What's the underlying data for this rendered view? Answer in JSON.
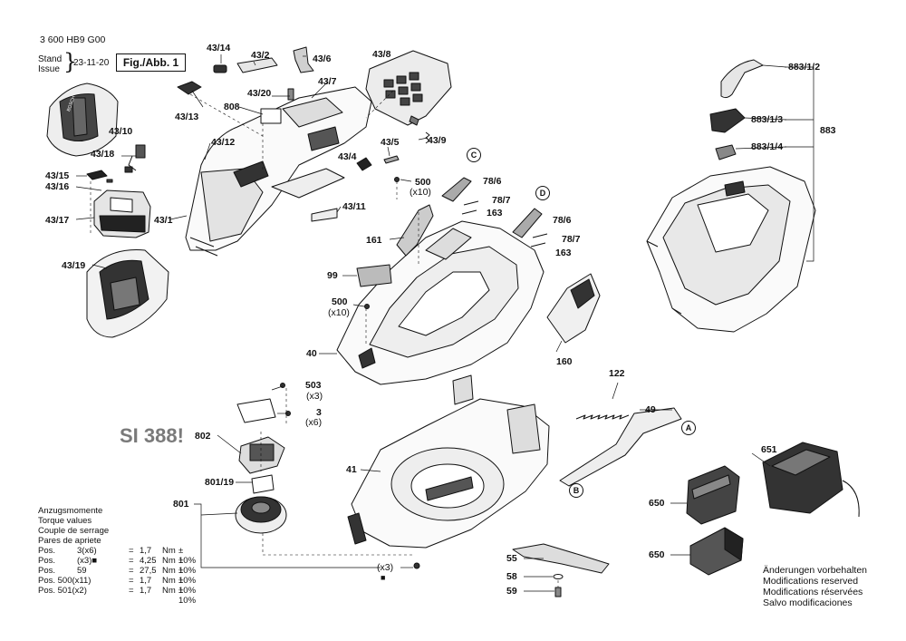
{
  "header": {
    "document_number": "3 600 HB9 G00",
    "stand_issue": [
      "Stand",
      "Issue"
    ],
    "date": "23-11-20",
    "figure": "Fig./Abb. 1"
  },
  "notice": "SI 388!",
  "callouts": [
    "C",
    "D",
    "A",
    "B"
  ],
  "part_labels": {
    "p43_14": "43/14",
    "p43_2": "43/2",
    "p43_6": "43/6",
    "p43_8": "43/8",
    "p43_7": "43/7",
    "p43_20": "43/20",
    "p808": "808",
    "p43_13": "43/13",
    "p43_10": "43/10",
    "p43_18": "43/18",
    "p43_12": "43/12",
    "p43_15": "43/15",
    "p43_16": "43/16",
    "p43_17": "43/17",
    "p43_1": "43/1",
    "p43_19": "43/19",
    "p43_9": "43/9",
    "p43_5": "43/5",
    "p43_4": "43/4",
    "p500a": "500",
    "p500a_qty": "(x10)",
    "p43_11": "43/11",
    "p78_6a": "78/6",
    "p78_7a": "78/7",
    "p163a": "163",
    "p161": "161",
    "p78_6b": "78/6",
    "p78_7b": "78/7",
    "p163b": "163",
    "p99": "99",
    "p500b": "500",
    "p500b_qty": "(x10)",
    "p40": "40",
    "p160": "160",
    "p883_1_2": "883/1/2",
    "p883_1_3": "883/1/3",
    "p883": "883",
    "p883_1_4": "883/1/4",
    "p503": "503",
    "p503_qty": "(x3)",
    "p3": "3",
    "p3_qty": "(x6)",
    "p802": "802",
    "p801_19": "801/19",
    "p801": "801",
    "p41": "41",
    "p122": "122",
    "p49": "49",
    "p651": "651",
    "p650a": "650",
    "p650b": "650",
    "p55": "55",
    "p58": "58",
    "p59": "59",
    "px3": "(x3)"
  },
  "torque": {
    "titles": [
      "Anzugsmomente",
      "Torque values",
      "Couple de serrage",
      "Pares de apriete"
    ],
    "rows": [
      {
        "pos": "Pos.",
        "item": "3(x6)",
        "eq": "=",
        "val": "1,7",
        "unit": "Nm",
        "tol": "± 10%"
      },
      {
        "pos": "Pos.",
        "item": "(x3)■",
        "eq": "=",
        "val": "4,25",
        "unit": "Nm",
        "tol": "± 10%"
      },
      {
        "pos": "Pos.",
        "item": "59",
        "eq": "=",
        "val": "27,5",
        "unit": "Nm",
        "tol": "± 10%"
      },
      {
        "pos": "Pos. 500(x11)",
        "item": "",
        "eq": "=",
        "val": "1,7",
        "unit": "Nm",
        "tol": "± 10%"
      },
      {
        "pos": "Pos. 501(x2)",
        "item": "",
        "eq": "=",
        "val": "1,7",
        "unit": "Nm",
        "tol": "± 10%"
      }
    ]
  },
  "changes_note": [
    "Änderungen vorbehalten",
    "Modifications reserved",
    "Modifications réservées",
    "Salvo modificaciones"
  ],
  "colors": {
    "line": "#111111",
    "fill": "#ffffff",
    "shade": "#d9d9d9",
    "dark": "#333333",
    "notice": "#7a7a7a"
  }
}
